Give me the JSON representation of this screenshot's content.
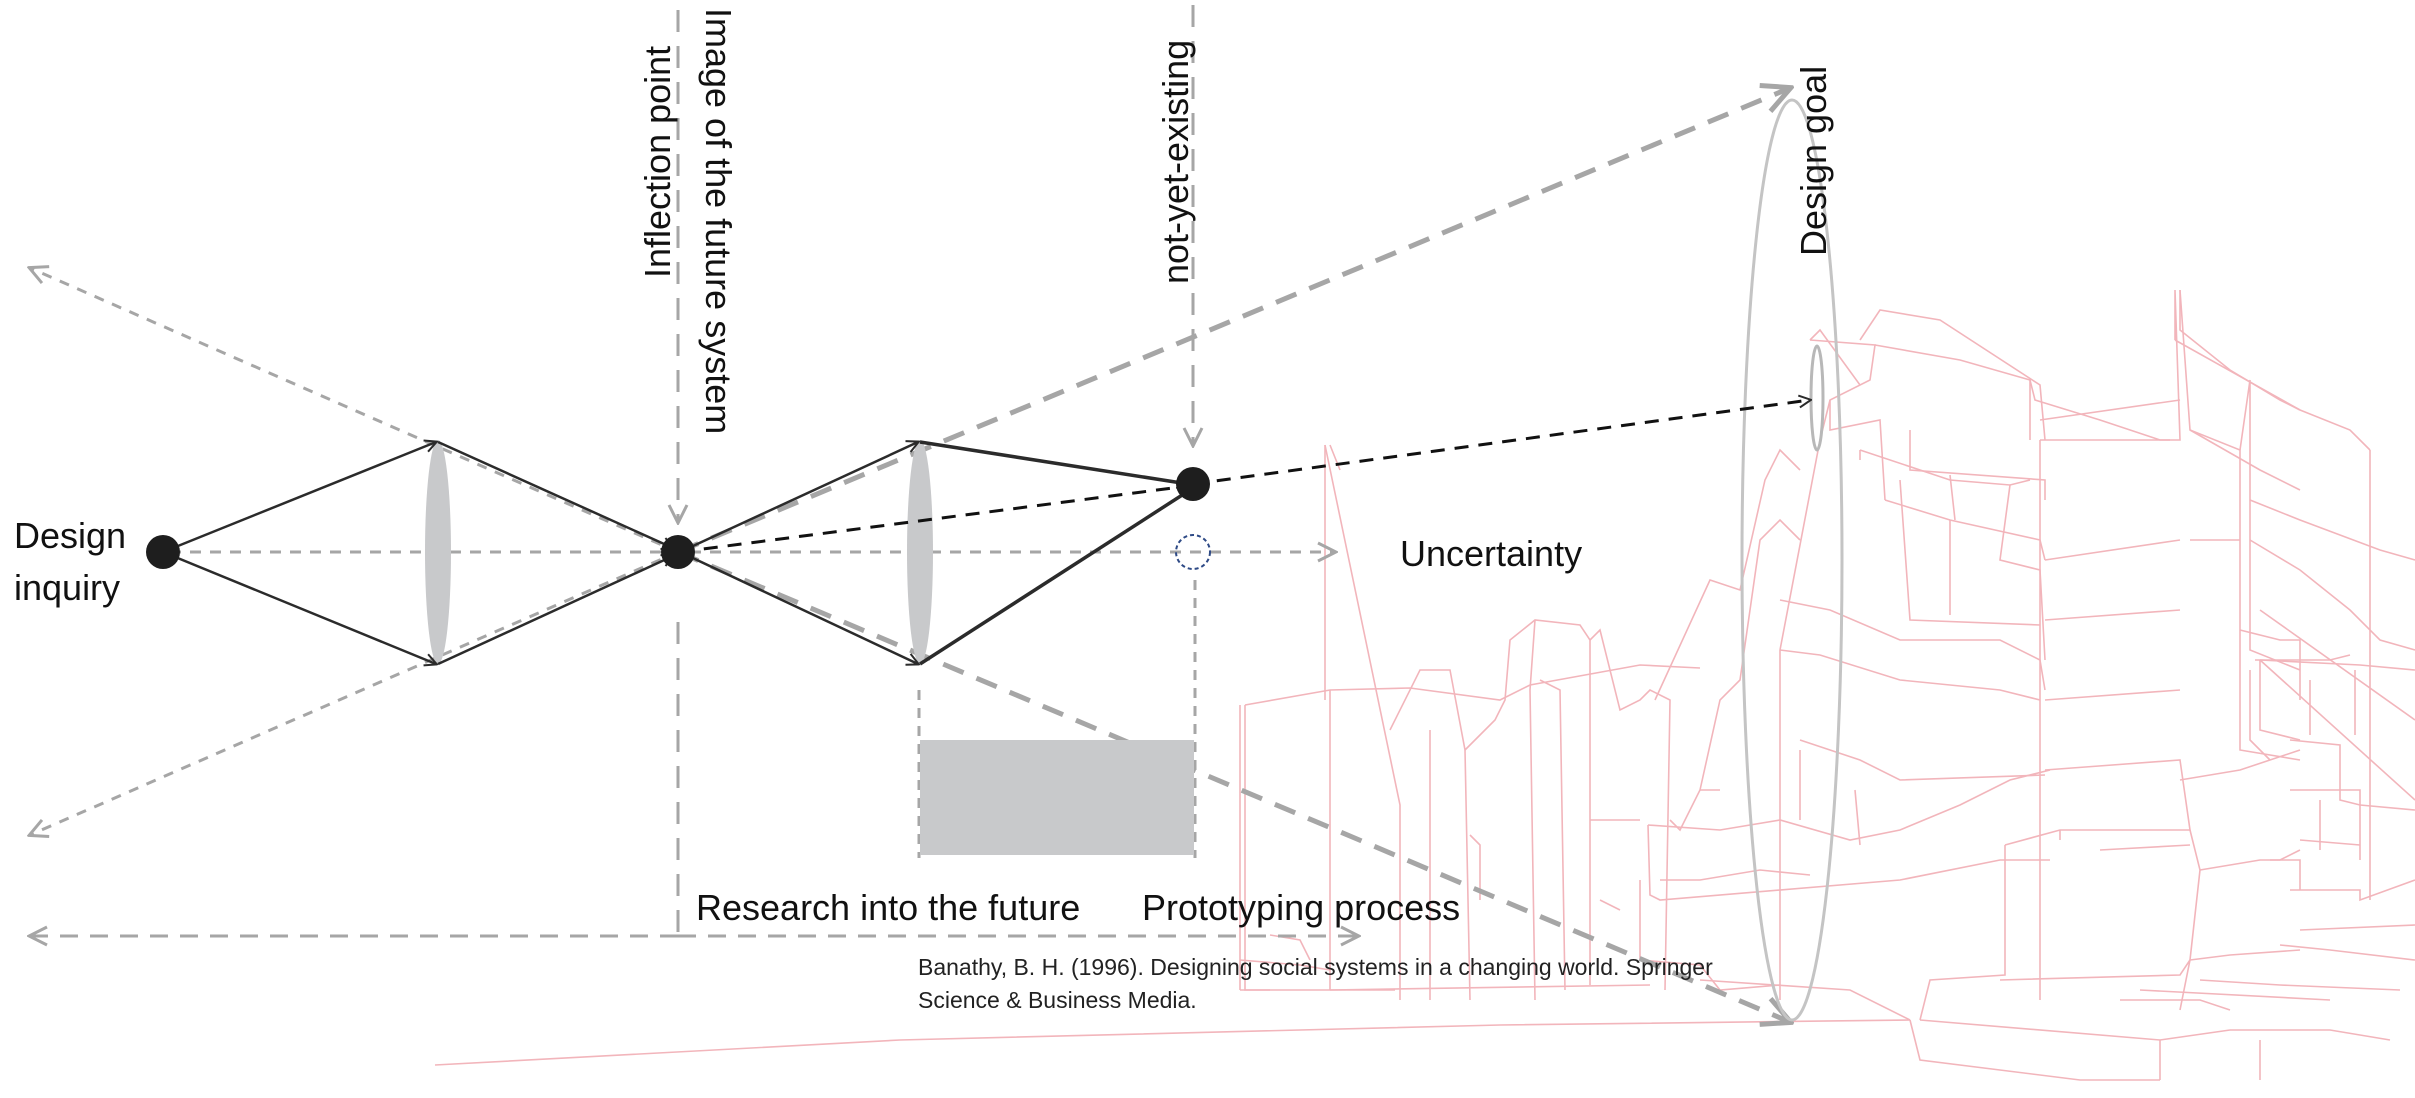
{
  "labels": {
    "design_inquiry_line1": "Design",
    "design_inquiry_line2": "inquiry",
    "inflection_point": "Inflection point",
    "image_of_future_system": "Image of the future system",
    "not_yet_existing": "not-yet-existing",
    "design_goal": "Design goal",
    "uncertainty": "Uncertainty",
    "research_into_future": "Research into the future",
    "prototyping_process": "Prototyping process"
  },
  "citation": {
    "line1": "Banathy, B. H. (1996). Designing social systems in a changing world. Springer",
    "line2": "Science & Business Media."
  },
  "colors": {
    "solid_line": "#2b2b2b",
    "dashed_gray": "#a6a6a6",
    "lens_fill": "#c8c9cb",
    "building_outline": "#f2b5bb",
    "uncertainty_circle": "#2e4a86"
  }
}
